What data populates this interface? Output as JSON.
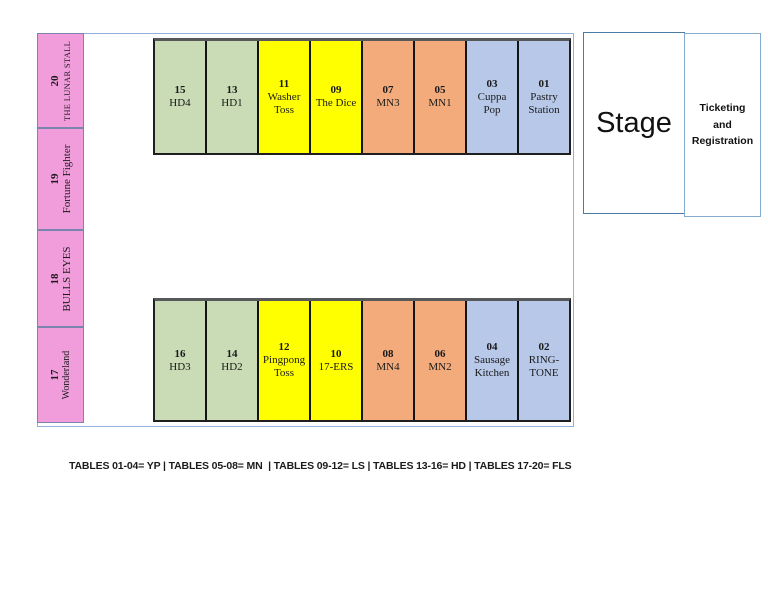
{
  "stalls": [
    {
      "number": "20",
      "name": "THE LUNAR STALL"
    },
    {
      "number": "19",
      "name": "Fortune Fighter"
    },
    {
      "number": "18",
      "name": "BULLS EYES"
    },
    {
      "number": "17",
      "name": "Wonderland"
    }
  ],
  "tables": {
    "top_row": [
      {
        "number": "15",
        "name": "HD4",
        "group": "HD"
      },
      {
        "number": "13",
        "name": "HD1",
        "group": "HD"
      },
      {
        "number": "11",
        "name": "Washer Toss",
        "group": "LS"
      },
      {
        "number": "09",
        "name": "The Dice",
        "group": "LS"
      },
      {
        "number": "07",
        "name": "MN3",
        "group": "MN"
      },
      {
        "number": "05",
        "name": "MN1",
        "group": "MN"
      },
      {
        "number": "03",
        "name": "Cuppa Pop",
        "group": "YP"
      },
      {
        "number": "01",
        "name": "Pastry Station",
        "group": "YP"
      }
    ],
    "bottom_row": [
      {
        "number": "16",
        "name": "HD3",
        "group": "HD"
      },
      {
        "number": "14",
        "name": "HD2",
        "group": "HD"
      },
      {
        "number": "12",
        "name": "Pingpong Toss",
        "group": "LS"
      },
      {
        "number": "10",
        "name": "17-ERS",
        "group": "LS"
      },
      {
        "number": "08",
        "name": "MN4",
        "group": "MN"
      },
      {
        "number": "06",
        "name": "MN2",
        "group": "MN"
      },
      {
        "number": "04",
        "name": "Sausage Kitchen",
        "group": "YP"
      },
      {
        "number": "02",
        "name": "RING-TONE",
        "group": "YP"
      }
    ]
  },
  "stage_label": "Stage",
  "ticketing_label": "Ticketing and Registration",
  "legend": "TABLES 01-04= YP | TABLES 05-08= MN  | TABLES 09-12= LS | TABLES 13-16= HD | TABLES 17-20= FLS",
  "colors": {
    "stall_pink": "#f19cdb",
    "table_green": "#cadcb6",
    "table_yellow": "#ffff00",
    "table_orange": "#f4ab7c",
    "table_blue": "#b7c8e9",
    "floor_border": "#8fb1dc",
    "stall_border": "#7b84ae",
    "table_border": "#1f1f1f",
    "stage_border": "#4d7ba7",
    "ticketing_border": "#85abd0"
  }
}
